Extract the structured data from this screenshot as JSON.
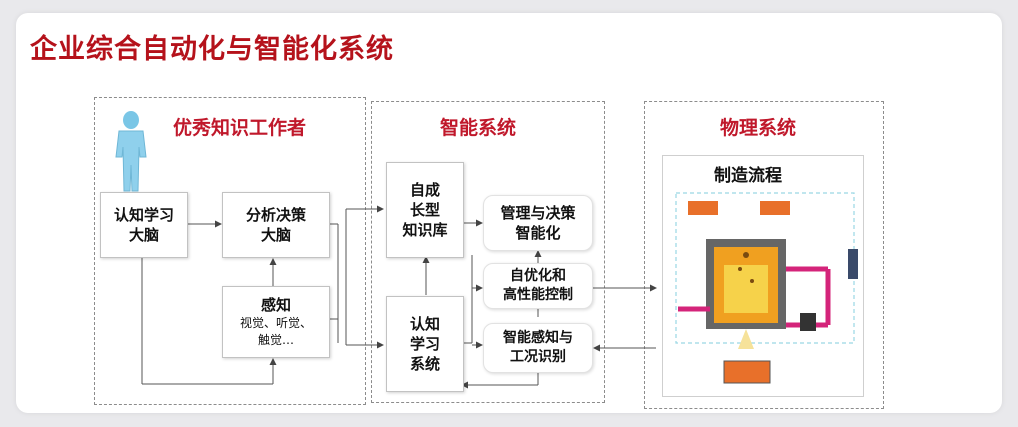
{
  "title": "企业综合自动化与智能化系统",
  "panels": {
    "worker": {
      "title": "优秀知识工作者",
      "cognitive_brain": [
        "认知学习",
        "大脑"
      ],
      "decision_brain": [
        "分析决策",
        "大脑"
      ],
      "perception": [
        "感知",
        "视觉、听觉、",
        "触觉…"
      ]
    },
    "smart": {
      "title": "智能系统",
      "knowledge_base": [
        "自成",
        "长型",
        "知识库"
      ],
      "learning_system": [
        "认知",
        "学习",
        "系统"
      ],
      "management": [
        "管理与决策",
        "智能化"
      ],
      "optimization": [
        "自优化和",
        "高性能控制"
      ],
      "sensing": [
        "智能感知与",
        "工况识别"
      ]
    },
    "physical": {
      "title": "物理系统",
      "process_title": "制造流程"
    }
  },
  "colors": {
    "accent": "#c0182b",
    "title": "#b5121b"
  }
}
